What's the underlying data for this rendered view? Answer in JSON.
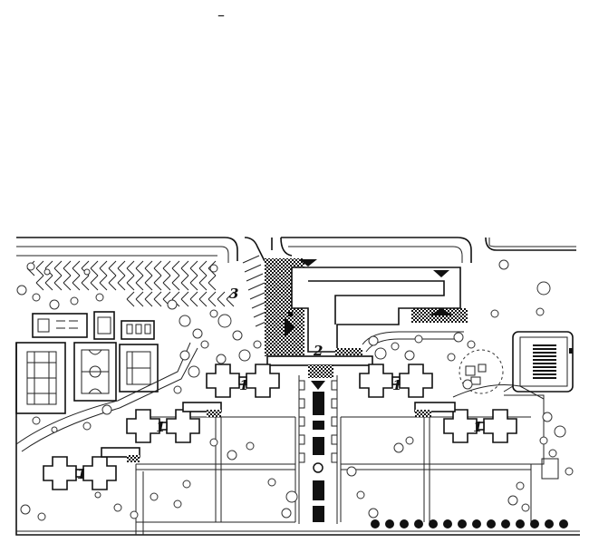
{
  "figure": {
    "top_mark": "–",
    "labels": [
      {
        "id": "residential-1a",
        "text": "1"
      },
      {
        "id": "residential-1b",
        "text": "1"
      },
      {
        "id": "residential-1c",
        "text": "1"
      },
      {
        "id": "residential-1d",
        "text": "1"
      },
      {
        "id": "residential-1e",
        "text": "1"
      },
      {
        "id": "central-2",
        "text": "2"
      },
      {
        "id": "parking-3",
        "text": "3"
      }
    ]
  }
}
